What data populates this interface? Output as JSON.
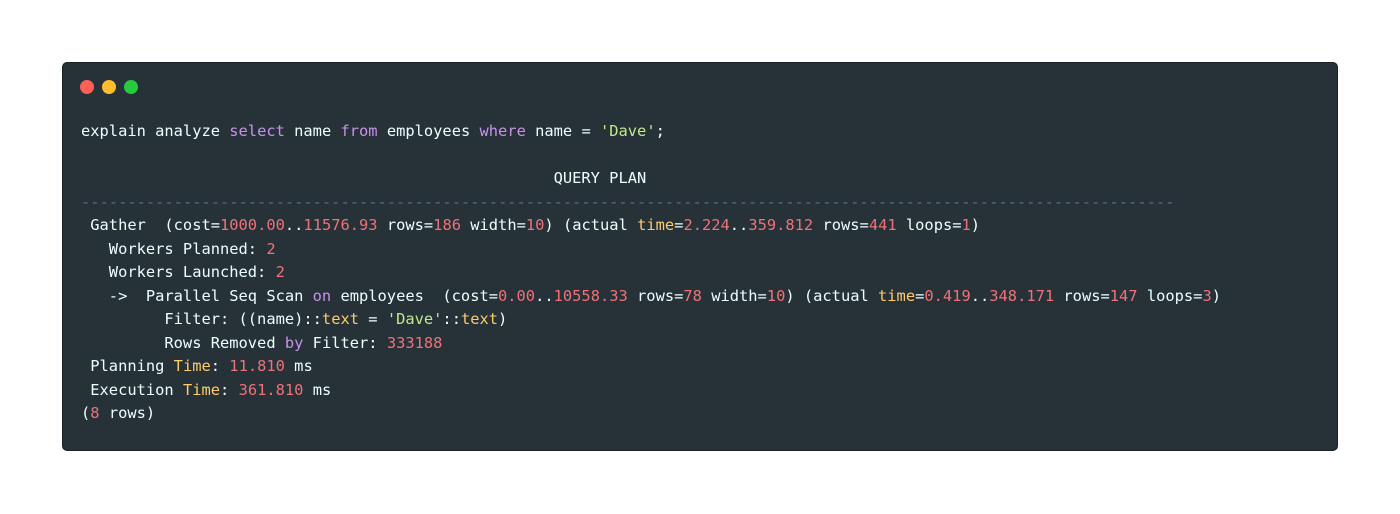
{
  "window": {
    "traffic_lights": {
      "close_color": "#ff5f56",
      "minimize_color": "#ffbd2e",
      "zoom_color": "#27c93f"
    },
    "syntax_colors": {
      "background": "#263238",
      "text": "#eeffff",
      "keyword": "#c792ea",
      "string": "#c3e88d",
      "number": "#f07178",
      "highlight": "#ffcb6b"
    }
  },
  "query": {
    "t1": "explain analyze ",
    "k1": "select",
    "t2": " name ",
    "k2": "from",
    "t3": " employees ",
    "k3": "where",
    "t4": " name = ",
    "s1": "'Dave'",
    "t5": ";"
  },
  "plan": {
    "header_indent": "                                                   ",
    "header": "QUERY PLAN",
    "separator": "----------------------------------------------------------------------------------------------------------------------",
    "gather": {
      "a": " Gather  (cost=",
      "b": "1000.00",
      "c": "..",
      "d": "11576.93",
      "e": " rows=",
      "f": "186",
      "g": " width=",
      "h": "10",
      "i": ") (actual ",
      "j": "time",
      "k": "=",
      "l": "2.224",
      "m": "..",
      "n": "359.812",
      "o": " rows=",
      "p": "441",
      "q": " loops=",
      "r": "1",
      "s": ")"
    },
    "workers_planned": {
      "a": "   Workers Planned: ",
      "b": "2"
    },
    "workers_launched": {
      "a": "   Workers Launched: ",
      "b": "2"
    },
    "scan": {
      "a": "   ->  Parallel Seq Scan ",
      "b": "on",
      "c": " employees  (cost=",
      "d": "0.00",
      "e": "..",
      "f": "10558.33",
      "g": " rows=",
      "h": "78",
      "i": " width=",
      "j": "10",
      "k": ") (actual ",
      "l": "time",
      "m": "=",
      "n": "0.419",
      "o": "..",
      "p": "348.171",
      "q": " rows=",
      "r": "147",
      "s": " loops=",
      "t": "3",
      "u": ")"
    },
    "filter": {
      "a": "         Filter: ((name)::",
      "b": "text",
      "c": " = ",
      "d": "'Dave'",
      "e": "::",
      "f": "text",
      "g": ")"
    },
    "rows_removed": {
      "a": "         Rows Removed ",
      "b": "by",
      "c": " Filter: ",
      "d": "333188"
    },
    "planning": {
      "a": " Planning ",
      "b": "Time",
      "c": ": ",
      "d": "11.810",
      "e": " ms"
    },
    "execution": {
      "a": " Execution ",
      "b": "Time",
      "c": ": ",
      "d": "361.810",
      "e": " ms"
    },
    "rowcount": {
      "a": "(",
      "b": "8",
      "c": " rows)"
    }
  }
}
